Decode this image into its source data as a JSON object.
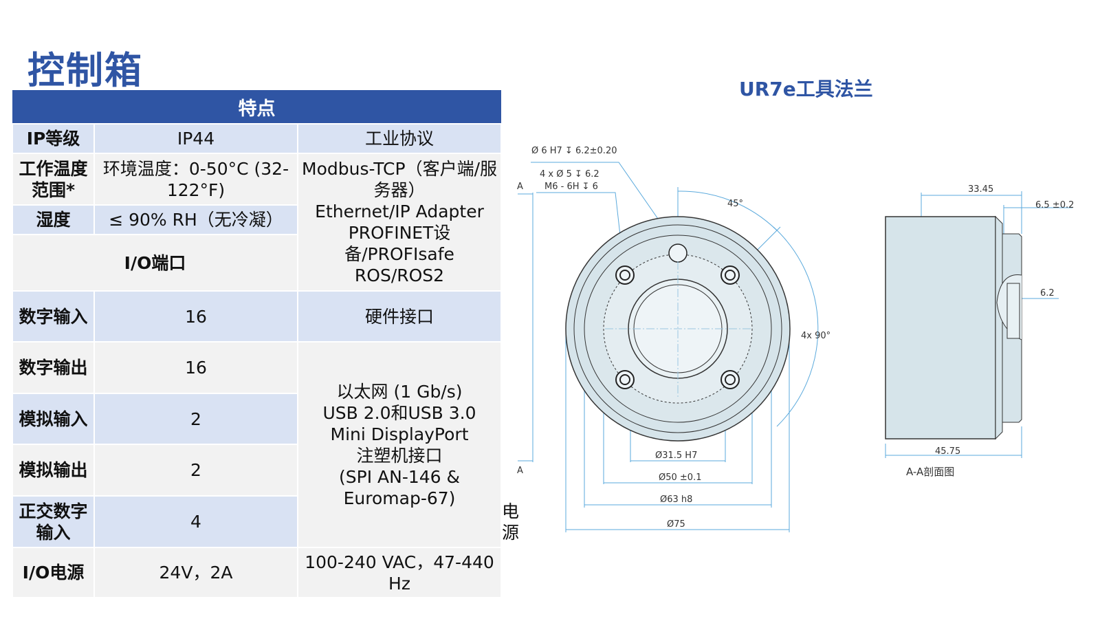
{
  "title": "控制箱",
  "table": {
    "header": "特点",
    "rows": [
      {
        "label": "IP等级",
        "value": "IP44",
        "right": "工业协议"
      },
      {
        "label": "工作温度范围*",
        "value": "环境温度：0-50°C (32-122°F)"
      },
      {
        "label": "湿度",
        "value": "≤ 90% RH（无冷凝）"
      },
      {
        "label": "I/O端口"
      },
      {
        "label": "数字输入",
        "value": "16",
        "right": "硬件接口"
      },
      {
        "label": "数字输出",
        "value": "16"
      },
      {
        "label": "模拟输入",
        "value": "2"
      },
      {
        "label": "模拟输出",
        "value": "2"
      },
      {
        "label": "正交数字输入",
        "value": "4",
        "right": "电源"
      },
      {
        "label": "I/O电源",
        "value": "24V，2A",
        "right": "100-240 VAC，47-440 Hz"
      }
    ],
    "protocols": [
      "Modbus-TCP（客户端/服务器）",
      "Ethernet/IP Adapter",
      "PROFINET设备/PROFIsafe",
      "ROS/ROS2"
    ],
    "interfaces": [
      "以太网 (1 Gb/s)",
      "USB 2.0和USB 3.0",
      "Mini DisplayPort",
      "注塑机接口",
      "(SPI AN-146 &",
      "Euromap-67)"
    ]
  },
  "drawing": {
    "title": "UR7e工具法兰",
    "labels": {
      "hole1": "Ø 6 H7 ↧ 6.2±0.20",
      "hole4a": "4 x Ø 5 ↧ 6.2",
      "hole4b": "M6 - 6H ↧ 6",
      "sectionA": "A",
      "angle45": "45°",
      "angle90": "4x 90°",
      "d315": "Ø31.5 H7",
      "d50": "Ø50 ±0.1",
      "d63": "Ø63 h8",
      "d75": "Ø75",
      "l3345": "33.45",
      "l65": "6.5 ±0.2",
      "l62": "6.2",
      "l4575": "45.75",
      "section": "A-A剖面图"
    }
  }
}
